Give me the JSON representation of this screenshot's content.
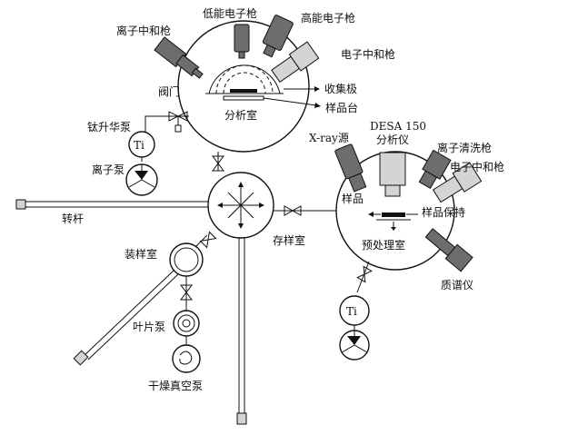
{
  "colors": {
    "line": "#111111",
    "gun_dark": "#6d6d6d",
    "gun_mid": "#8c8c8c",
    "gun_light": "#d4d4d4",
    "background": "#ffffff"
  },
  "labels": {
    "low_energy_gun": "低能电子枪",
    "high_energy_gun": "高能电子枪",
    "ion_neutral_gun": "离子中和枪",
    "electron_neutral_gun_top": "电子中和枪",
    "valve": "阀门",
    "collector": "收集极",
    "analysis_chamber": "分析室",
    "sample_stage": "样品台",
    "ti_sublimation_pump": "钛升华泵",
    "ion_pump": "离子泵",
    "transfer_rod": "转杆",
    "load_lock": "装样室",
    "vane_pump": "叶片泵",
    "dry_vacuum_pump": "干燥真空泵",
    "storage_chamber": "存样室",
    "xray_source": "X-ray源",
    "desa_line1": "DESA 150",
    "desa_line2": "分析仪",
    "ion_cleaning_gun": "离子清洗枪",
    "electron_neutral_gun_right": "电子中和枪",
    "sample": "样品",
    "sample_holder": "样品保持",
    "pretreatment_chamber": "预处理室",
    "mass_spectrometer": "质谱仪",
    "ti_symbol_top": "Ti",
    "ti_symbol_bottom": "Ti"
  }
}
